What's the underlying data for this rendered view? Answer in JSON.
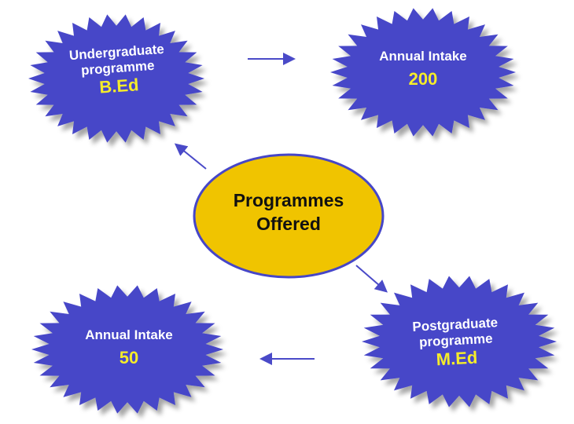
{
  "center": {
    "line1": "Programmes",
    "line2": "Offered"
  },
  "undergraduate": {
    "line1": "Undergraduate",
    "line2": "programme",
    "degree": "B.Ed"
  },
  "ug_intake": {
    "label": "Annual Intake",
    "value": "200"
  },
  "postgraduate": {
    "line1": "Postgraduate",
    "line2": "programme",
    "degree": "M.Ed"
  },
  "pg_intake": {
    "label": "Annual Intake",
    "value": "50"
  },
  "colors": {
    "burst": "#4646c8",
    "center_fill": "#f0c400",
    "center_border": "#4646c8",
    "arrow": "#4a4ac8",
    "highlight": "#f5ec2a"
  }
}
